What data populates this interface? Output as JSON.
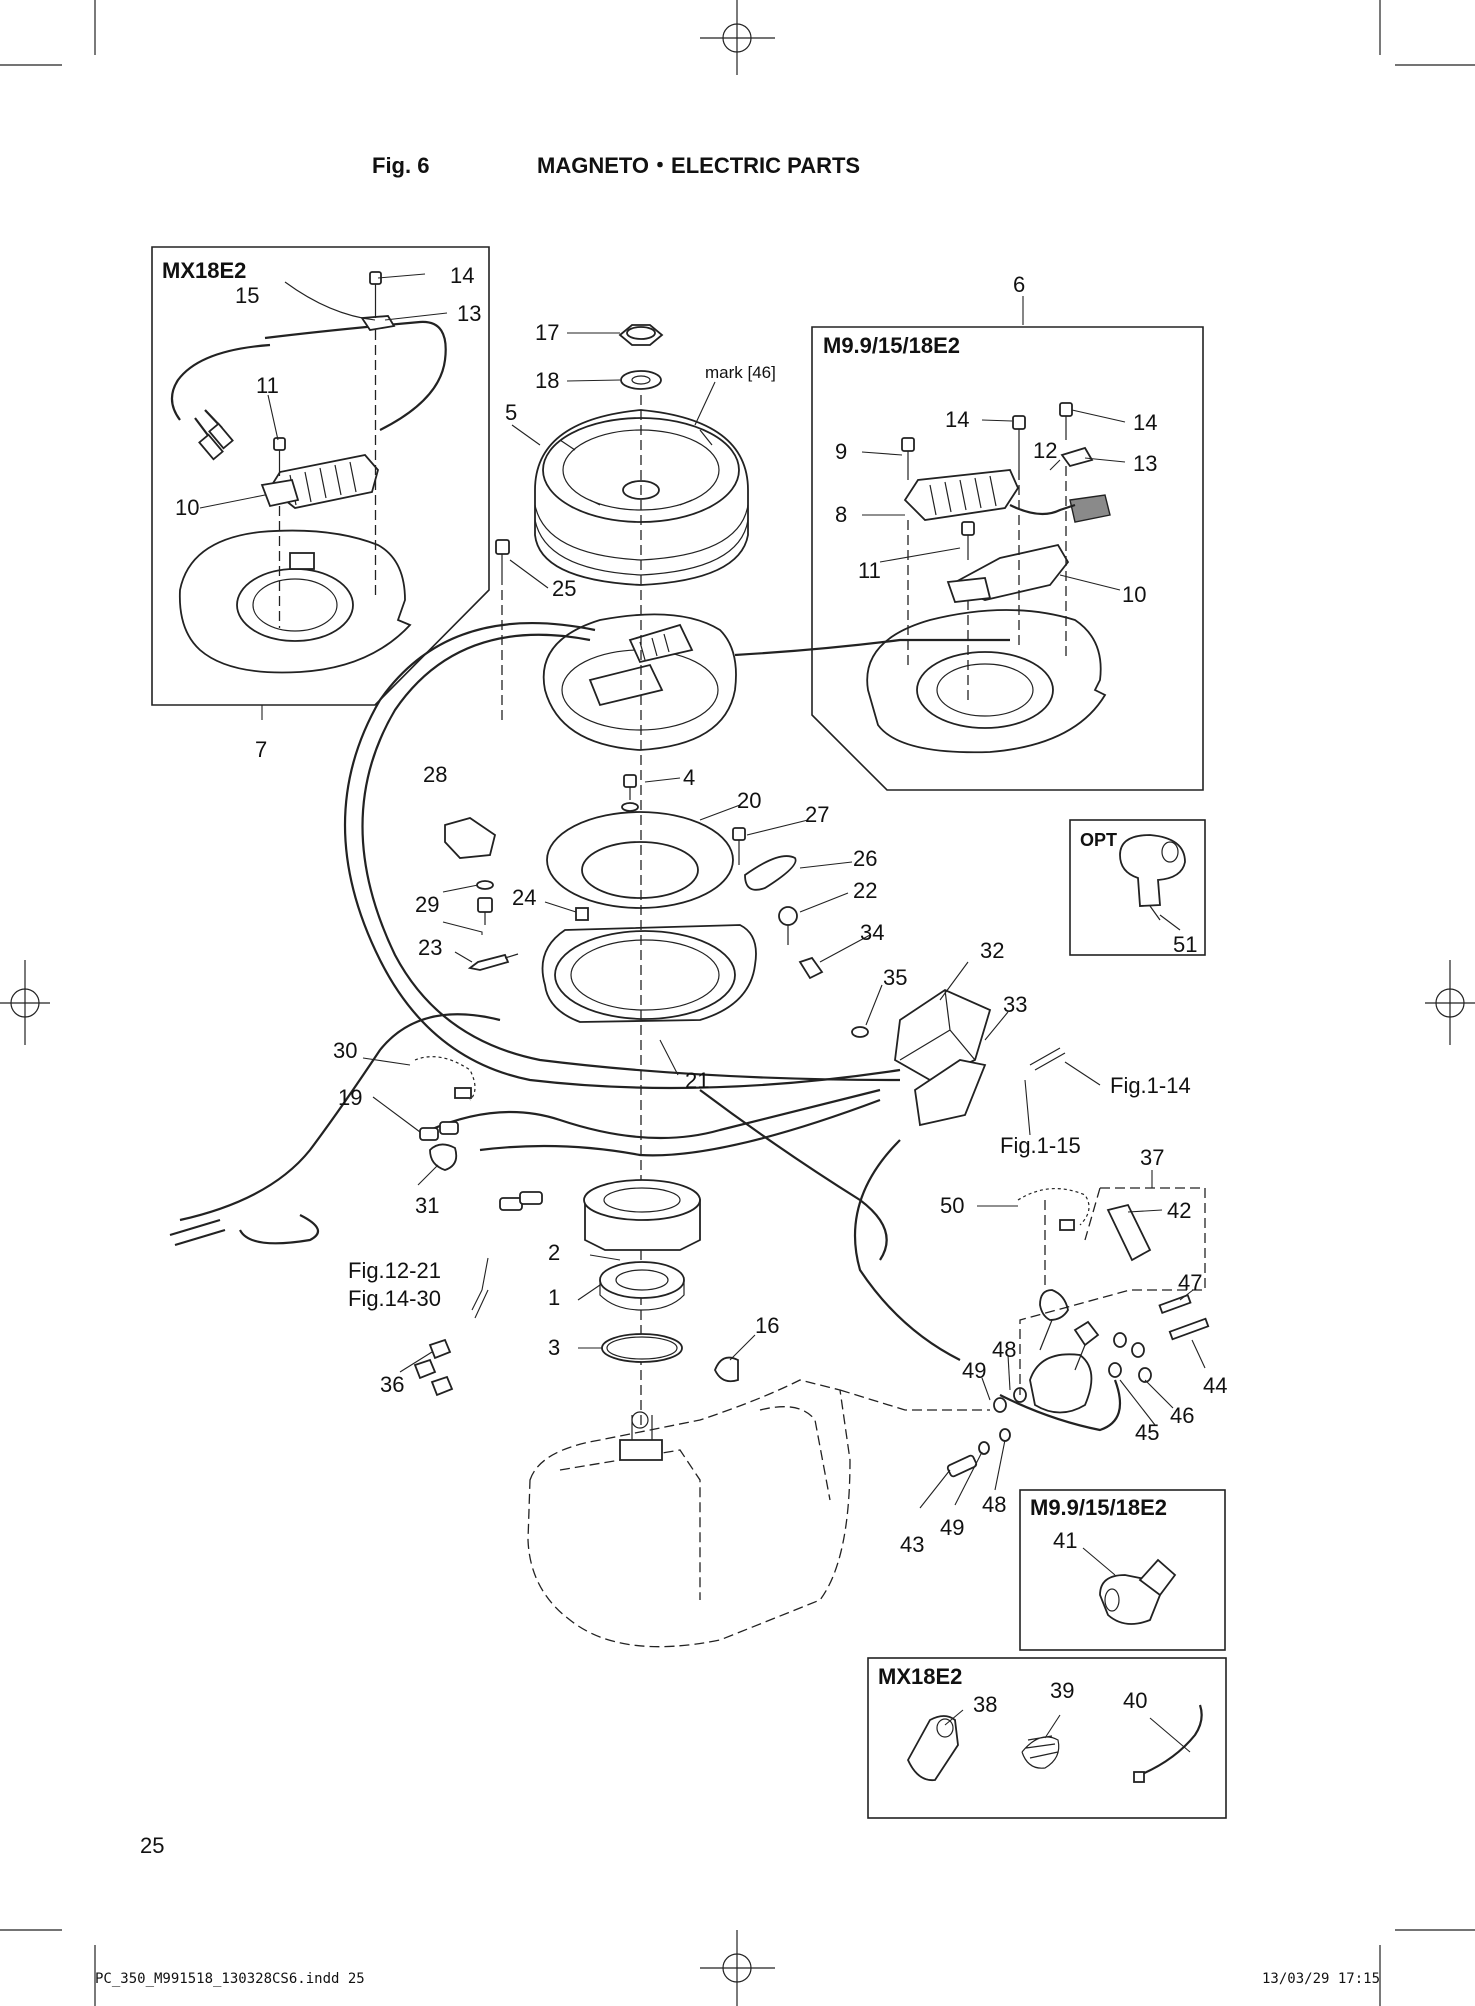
{
  "header": {
    "fig_label": "Fig. 6",
    "title": "MAGNETO・ELECTRIC PARTS"
  },
  "insets": {
    "mx18e2_top": "MX18E2",
    "m9_top": "M9.9/15/18E2",
    "opt": "OPT",
    "m9_bottom": "M9.9/15/18E2",
    "mx18e2_bottom": "MX18E2"
  },
  "annotations": {
    "mark": "mark [46]",
    "fig_1_14": "Fig.1-14",
    "fig_1_15": "Fig.1-15",
    "fig_12_21": "Fig.12-21",
    "fig_14_30": "Fig.14-30"
  },
  "callouts": {
    "c1": "1",
    "c2": "2",
    "c3": "3",
    "c4": "4",
    "c5": "5",
    "c6": "6",
    "c7": "7",
    "c8": "8",
    "c9": "9",
    "c10a": "10",
    "c10b": "10",
    "c11a": "11",
    "c11b": "11",
    "c12": "12",
    "c13a": "13",
    "c13b": "13",
    "c14a": "14",
    "c14b": "14",
    "c14c": "14",
    "c15": "15",
    "c16": "16",
    "c17": "17",
    "c18": "18",
    "c19": "19",
    "c20": "20",
    "c21": "21",
    "c22": "22",
    "c23": "23",
    "c24": "24",
    "c25": "25",
    "c26": "26",
    "c27": "27",
    "c28": "28",
    "c29": "29",
    "c30": "30",
    "c31": "31",
    "c32": "32",
    "c33": "33",
    "c34": "34",
    "c35": "35",
    "c36": "36",
    "c37": "37",
    "c38": "38",
    "c39": "39",
    "c40": "40",
    "c41": "41",
    "c42": "42",
    "c43": "43",
    "c44": "44",
    "c45": "45",
    "c46": "46",
    "c47": "47",
    "c48a": "48",
    "c48b": "48",
    "c49a": "49",
    "c49b": "49",
    "c50": "50",
    "c51": "51"
  },
  "footer": {
    "page_number": "25",
    "file_name": "PC_350_M991518_130328CS6.indd  25",
    "timestamp": "13/03/29  17:15"
  }
}
